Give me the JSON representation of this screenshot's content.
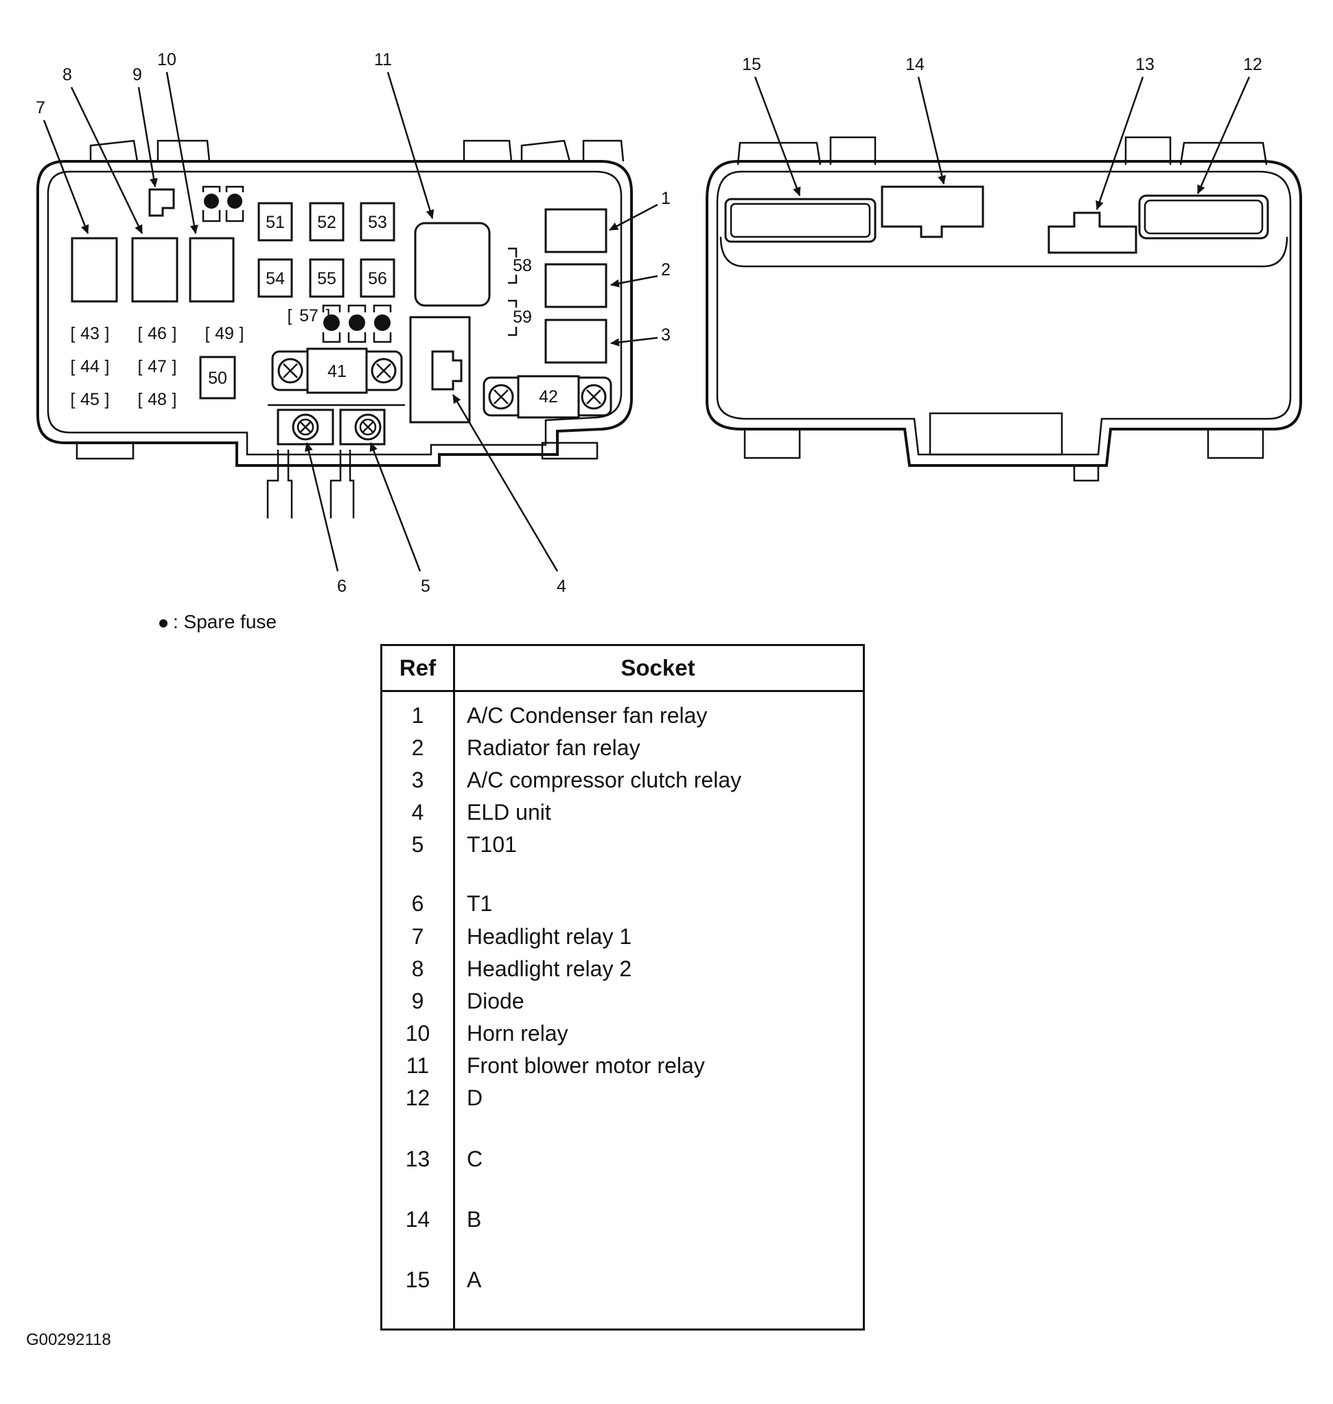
{
  "fuse_numbers": [
    "41",
    "42",
    "43",
    "44",
    "45",
    "46",
    "47",
    "48",
    "49",
    "50",
    "51",
    "52",
    "53",
    "54",
    "55",
    "56",
    "57",
    "58",
    "59"
  ],
  "callouts": [
    "1",
    "2",
    "3",
    "4",
    "5",
    "6",
    "7",
    "8",
    "9",
    "10",
    "11",
    "12",
    "13",
    "14",
    "15"
  ],
  "legend": {
    "symbol": "●",
    "text": ": Spare fuse"
  },
  "table": {
    "headers": [
      "Ref",
      "Socket"
    ],
    "rows": [
      {
        "ref": "1",
        "socket": "A/C Condenser fan relay"
      },
      {
        "ref": "2",
        "socket": "Radiator fan relay"
      },
      {
        "ref": "3",
        "socket": "A/C compressor clutch relay"
      },
      {
        "ref": "4",
        "socket": "ELD unit"
      },
      {
        "ref": "5",
        "socket": "T101"
      },
      {
        "ref": "6",
        "socket": "T1"
      },
      {
        "ref": "7",
        "socket": "Headlight relay 1"
      },
      {
        "ref": "8",
        "socket": "Headlight relay 2"
      },
      {
        "ref": "9",
        "socket": "Diode"
      },
      {
        "ref": "10",
        "socket": "Horn relay"
      },
      {
        "ref": "11",
        "socket": "Front blower motor relay"
      },
      {
        "ref": "12",
        "socket": "D"
      },
      {
        "ref": "13",
        "socket": "C"
      },
      {
        "ref": "14",
        "socket": "B"
      },
      {
        "ref": "15",
        "socket": "A"
      }
    ]
  },
  "document_id": "G00292118"
}
